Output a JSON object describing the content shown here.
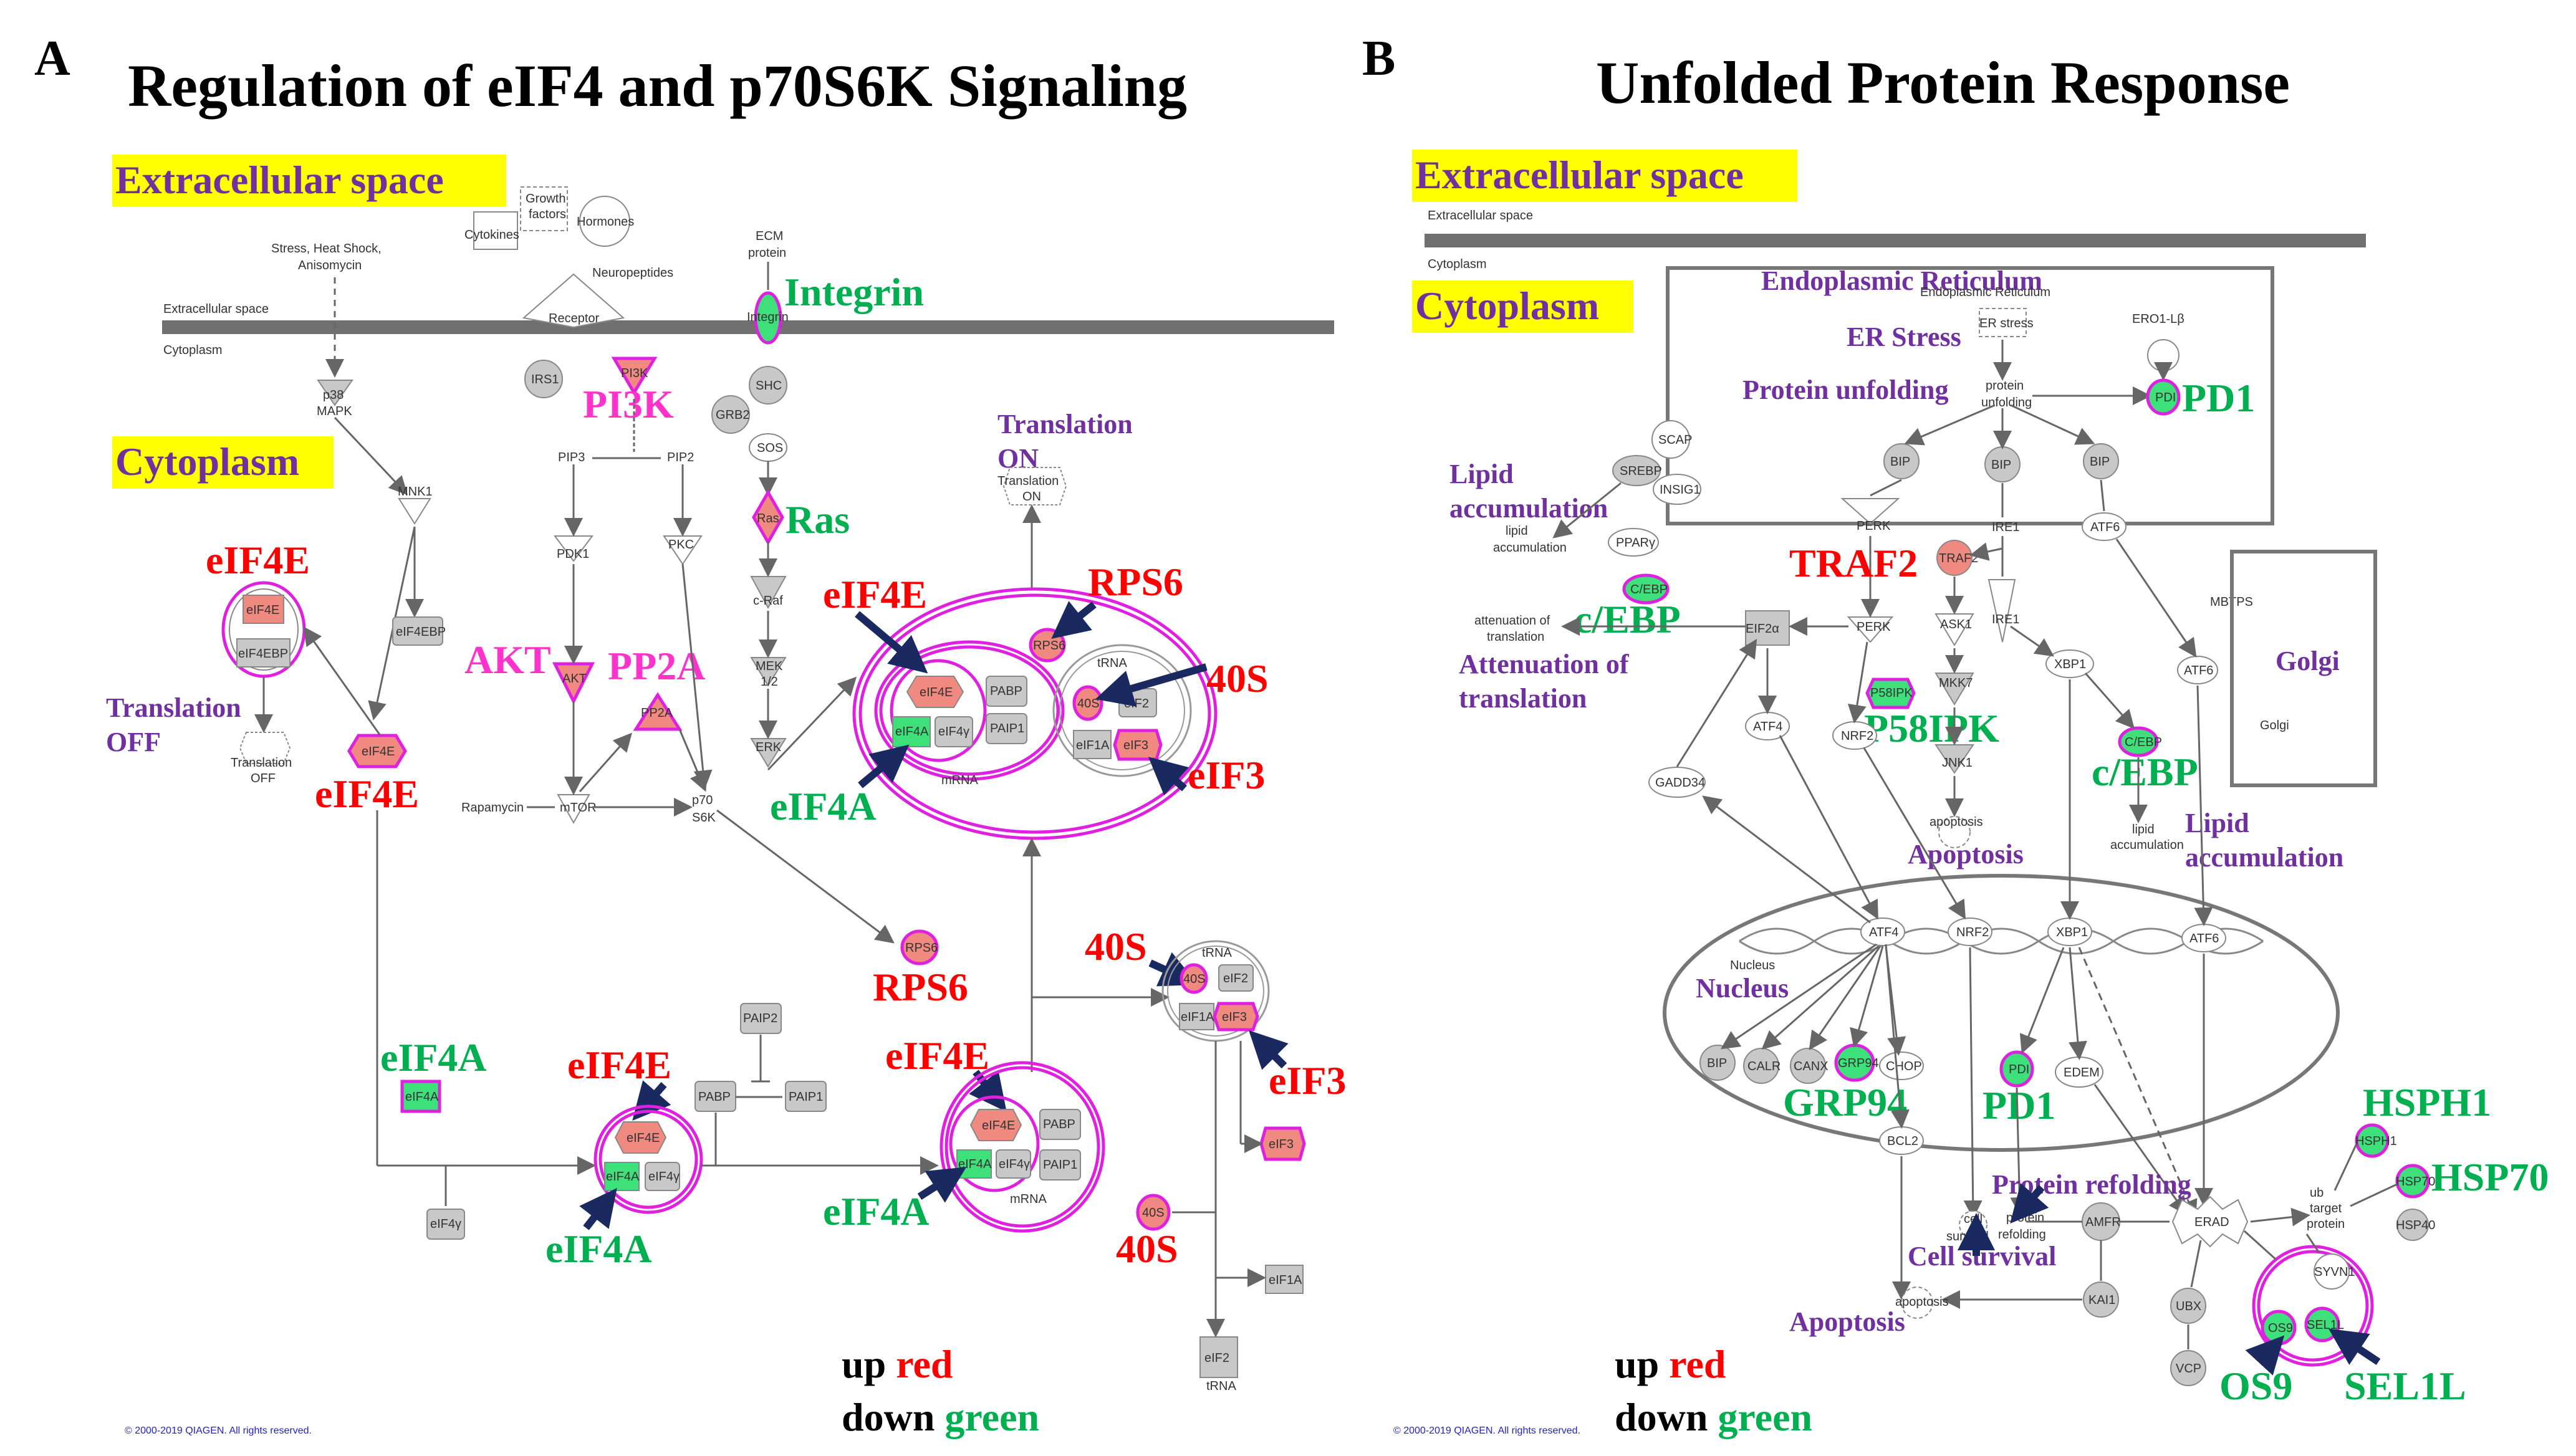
{
  "panelA": {
    "letter": "A",
    "title": "Regulation of eIF4 and p70S6K Signaling",
    "ext_label": "Extracellular space",
    "cyto_label": "Cytoplasm",
    "membrane_top": "Extracellular space",
    "membrane_bottom": "Cytoplasm",
    "small": {
      "stress": "Stress, Heat Shock,",
      "anisomycin": "Anisomycin",
      "growth1": "Growth",
      "growth2": "factors",
      "hormones": "Hormones",
      "cytokines": "Cytokines",
      "neuropeptides": "Neuropeptides",
      "ecm1": "ECM",
      "ecm2": "protein",
      "receptor": "Receptor",
      "integrin": "Integrin",
      "p38": "p38",
      "mapk": "MAPK",
      "irs1": "IRS1",
      "pi3k": "PI3K",
      "shc": "SHC",
      "grb2": "GRB2",
      "sos": "SOS",
      "pip3": "PIP3",
      "pip2": "PIP2",
      "pdk1": "PDK1",
      "pkc": "PKC",
      "mnk1": "MNK1",
      "eif4ebp": "eIF4EBP",
      "eif4e": "eIF4E",
      "akt": "AKT",
      "pp2a": "PP2A",
      "rapamycin": "Rapamycin",
      "mtor": "mTOR",
      "p70": "p70",
      "s6k": "S6K",
      "ras": "Ras",
      "craf": "c-Raf",
      "mek": "MEK",
      "mek12": "1/2",
      "erk": "ERK",
      "translation": "Translation",
      "off": "OFF",
      "on": "ON",
      "eif4a": "eIF4A",
      "eif4g": "eIF4γ",
      "pabp": "PABP",
      "paip1": "PAIP1",
      "paip2": "PAIP2",
      "mrna": "mRNA",
      "trna": "tRNA",
      "s40": "40S",
      "eif2": "eIF2",
      "eif1a": "eIF1A",
      "eif3": "eIF3",
      "rps6": "RPS6",
      "copyright": "© 2000-2019 QIAGEN. All rights reserved."
    },
    "big": {
      "integrin": "Integrin",
      "pi3k": "PI3K",
      "ras": "Ras",
      "translation_on1": "Translation",
      "translation_on2": "ON",
      "eif4e_1": "eIF4E",
      "translation_off1": "Translation",
      "translation_off2": "OFF",
      "eif4e_2": "eIF4E",
      "akt": "AKT",
      "pp2a": "PP2A",
      "eif4e_3": "eIF4E",
      "rps6_1": "RPS6",
      "s40_1": "40S",
      "eif4a_1": "eIF4A",
      "eif3_1": "eIF3",
      "rps6_2": "RPS6",
      "s40_2": "40S",
      "eif4a_2": "eIF4A",
      "eif4e_4": "eIF4E",
      "eif4e_5": "eIF4E",
      "eif3_2": "eIF3",
      "eif4a_3": "eIF4A",
      "eif4a_4": "eIF4A",
      "s40_3": "40S"
    },
    "legend": {
      "up": "up",
      "red": "red",
      "down": "down",
      "green": "green"
    }
  },
  "panelB": {
    "letter": "B",
    "title": "Unfolded Protein Response",
    "ext_label": "Extracellular space",
    "cyto_label": "Cytoplasm",
    "membrane_top": "Extracellular space",
    "membrane_bottom": "Cytoplasm",
    "small": {
      "er": "Endoplasmic Reticulum",
      "er_stress": "ER stress",
      "protein": "protein",
      "unfolding": "unfolding",
      "ero1": "ERO1-Lβ",
      "pdi": "PDI",
      "scap": "SCAP",
      "srebp": "SREBP",
      "insig1": "INSIG1",
      "bip": "BIP",
      "perk": "PERK",
      "ire1": "IRE1",
      "atf6": "ATF6",
      "lipid": "lipid",
      "accumulation": "accumulation",
      "ppary": "PPARγ",
      "cebp": "C/EBP",
      "atten1": "attenuation of",
      "atten2": "translation",
      "eif2a": "EIF2α",
      "traf2": "TRAF2",
      "ask1": "ASK1",
      "mbtps": "MBTPS",
      "golgi": "Golgi",
      "p58ipk": "P58IPK",
      "mkk7": "MKK7",
      "jnk1": "JNK1",
      "xbp1": "XBP1",
      "atf4": "ATF4",
      "nrf2": "NRF2",
      "gadd34": "GADD34",
      "apoptosis": "apoptosis",
      "nucleus": "Nucleus",
      "calr": "CALR",
      "canx": "CANX",
      "grp94": "GRP94",
      "chop": "CHOP",
      "edem": "EDEM",
      "bcl2": "BCL2",
      "survival": "survival",
      "cell": "cell",
      "pro": "protein",
      "refolding": "refolding",
      "amfr": "AMFR",
      "erad": "ERAD",
      "kai1": "KAI1",
      "ubx": "UBX",
      "vcp": "VCP",
      "hsph1": "HSPH1",
      "hsp70": "HSP70",
      "hsp40": "HSP40",
      "target1": "target",
      "target2": "protein",
      "ub": "ub",
      "syvn1": "SYVN1",
      "os9": "OS9",
      "sel1l": "SEL1L",
      "copyright": "© 2000-2019 QIAGEN. All rights reserved."
    },
    "big": {
      "er": "Endoplasmic Reticulum",
      "er_stress": "ER Stress",
      "protein_unfolding": "Protein unfolding",
      "pd1_1": "PD1",
      "lipid_acc1": "Lipid",
      "lipid_acc2": "accumulation",
      "traf2": "TRAF2",
      "cebp_1": "c/EBP",
      "atten1": "Attenuation of",
      "atten2": "translation",
      "p58ipk": "P58IPK",
      "golgi": "Golgi",
      "cebp_2": "c/EBP",
      "apoptosis_1": "Apoptosis",
      "lipid_acc3": "Lipid",
      "lipid_acc4": "accumulation",
      "nucleus": "Nucleus",
      "grp94": "GRP94",
      "pd1_2": "PD1",
      "hsph1": "HSPH1",
      "hsp70": "HSP70",
      "protein_refolding": "Protein refolding",
      "cell_survival": "Cell  survival",
      "apoptosis_2": "Apoptosis",
      "os9": "OS9",
      "sel1l": "SEL1L"
    },
    "legend": {
      "up": "up",
      "red": "red",
      "down": "down",
      "green": "green"
    }
  },
  "colors": {
    "up": "#ff0000",
    "down": "#00b050",
    "magenta_label": "#ff33cc",
    "purple_label": "#7030a0",
    "highlight": "#ffff00",
    "outline": "#e020e0",
    "arrow": "#1a2a60"
  }
}
